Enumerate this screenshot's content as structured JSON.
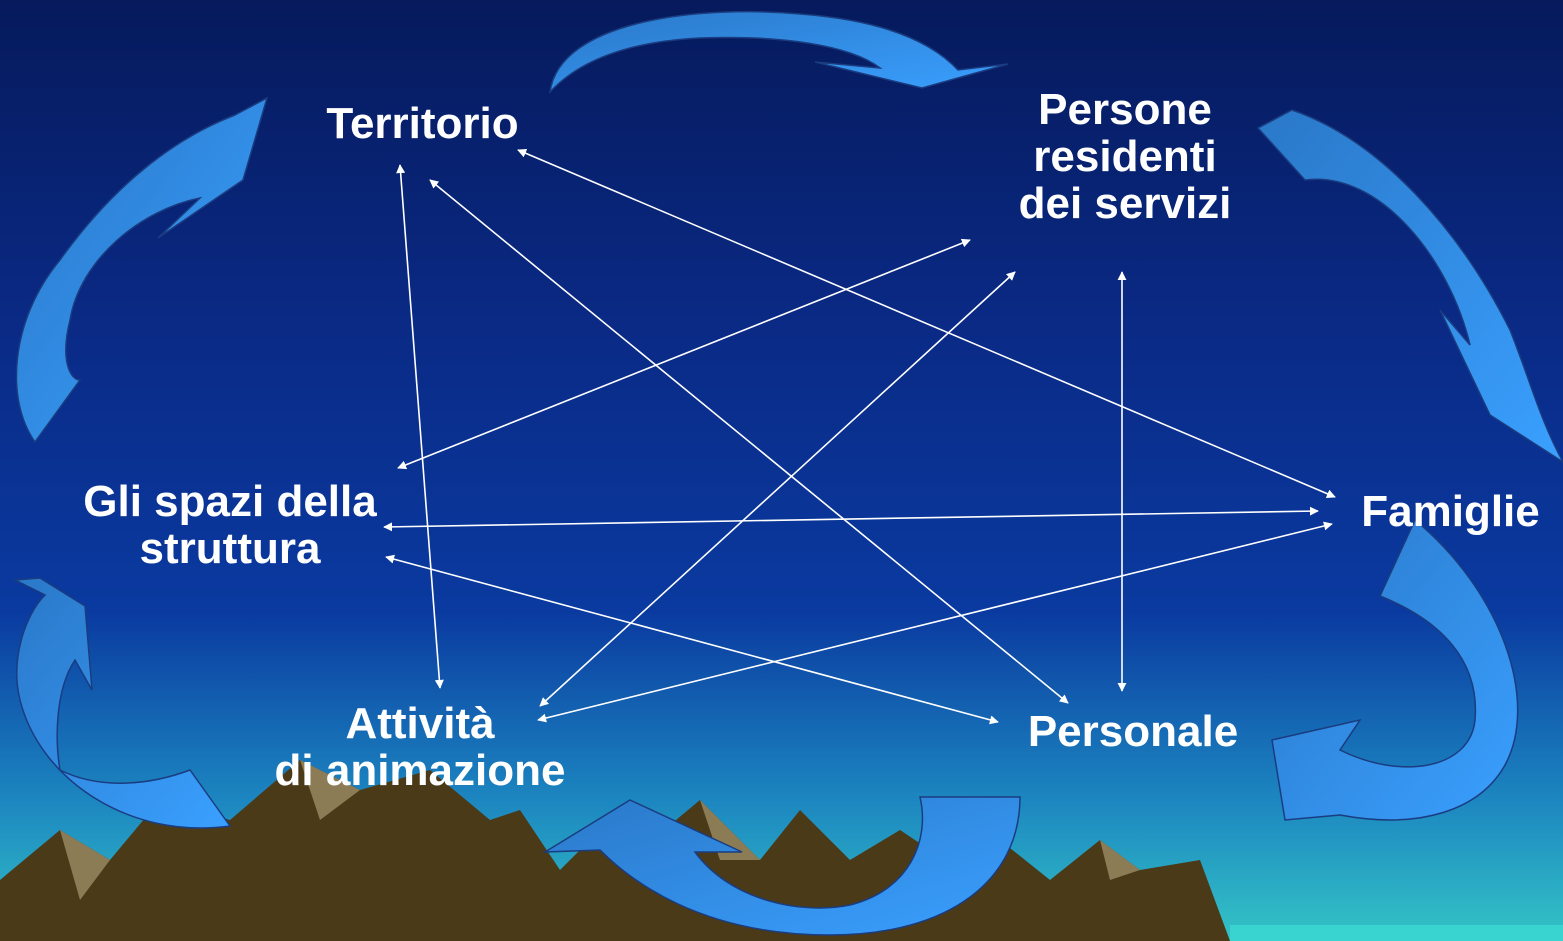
{
  "diagram": {
    "nodes": {
      "territorio": {
        "lines": [
          "Territorio"
        ]
      },
      "persone": {
        "lines": [
          "Persone",
          "residenti",
          "dei servizi"
        ]
      },
      "famiglie": {
        "lines": [
          "Famiglie"
        ]
      },
      "personale": {
        "lines": [
          "Personale"
        ]
      },
      "attivita": {
        "lines": [
          "Attività",
          "di animazione"
        ]
      },
      "spazi": {
        "lines": [
          "Gli spazi della",
          "struttura"
        ]
      }
    },
    "connections": [
      [
        "territorio",
        "famiglie"
      ],
      [
        "territorio",
        "personale"
      ],
      [
        "territorio",
        "attivita"
      ],
      [
        "persone",
        "spazi"
      ],
      [
        "persone",
        "attivita"
      ],
      [
        "persone",
        "personale"
      ],
      [
        "spazi",
        "famiglie"
      ],
      [
        "spazi",
        "personale"
      ],
      [
        "attivita",
        "famiglie"
      ]
    ],
    "cycle_order": [
      "territorio",
      "persone",
      "famiglie",
      "personale",
      "attivita",
      "spazi"
    ],
    "colors": {
      "background_top": "#061a5c",
      "background_mid": "#0a3aa0",
      "background_bottom": "#2fc2c8",
      "cycle_arrow_light": "#3aa0ff",
      "cycle_arrow_dark": "#2a78c8",
      "connector": "#ffffff",
      "text": "#ffffff",
      "mountain": "#4a3a1a",
      "mountain_light": "#8a7a5a"
    }
  }
}
